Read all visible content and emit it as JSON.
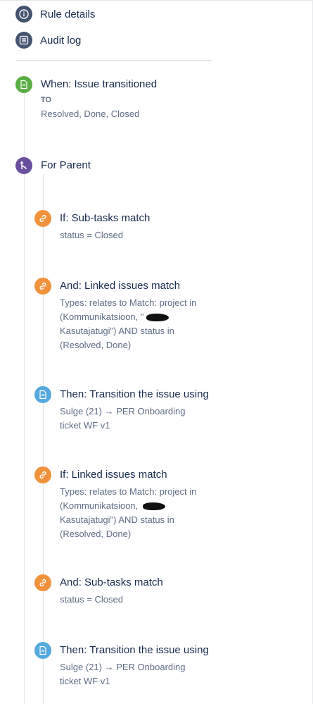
{
  "nav": {
    "items": [
      {
        "label": "Rule details",
        "icon": "info-icon"
      },
      {
        "label": "Audit log",
        "icon": "list-icon"
      }
    ]
  },
  "trigger": {
    "title": "When: Issue transitioned",
    "sub": "TO",
    "desc": "Resolved, Done, Closed",
    "icon": "issue-transition-icon"
  },
  "branch": {
    "title": "For Parent",
    "icon": "branch-icon"
  },
  "steps": [
    {
      "title": "If: Sub-tasks match",
      "desc": "status = Closed",
      "icon": "link-icon",
      "kind": "condition"
    },
    {
      "title": "And: Linked issues match",
      "desc_a": "Types: relates to Match: project in\n(Kommunikatsioon, \"",
      "desc_b": "\nKasutajatugi\") AND status in\n(Resolved, Done)",
      "icon": "link-icon",
      "kind": "condition"
    },
    {
      "title": "Then: Transition the issue using",
      "desc": "Sulge (21) → PER Onboarding\nticket WF v1",
      "icon": "issue-transition-icon",
      "kind": "action"
    },
    {
      "title": "If: Linked issues match",
      "desc_a": "Types: relates to Match: project in\n(Kommunikatsioon, ",
      "desc_b": "\nKasutajatugi\") AND status in\n(Resolved, Done)",
      "icon": "link-icon",
      "kind": "condition"
    },
    {
      "title": "And: Sub-tasks match",
      "desc": "status = Closed",
      "icon": "link-icon",
      "kind": "condition"
    },
    {
      "title": "Then: Transition the issue using",
      "desc": "Sulge (21) → PER Onboarding\nticket WF v1",
      "icon": "issue-transition-icon",
      "kind": "action"
    }
  ],
  "colors": {
    "nav_icon": "#44546f",
    "trigger": "#5aac44",
    "branch": "#6a4f9e",
    "condition": "#f0923c",
    "action": "#54a8dd"
  }
}
